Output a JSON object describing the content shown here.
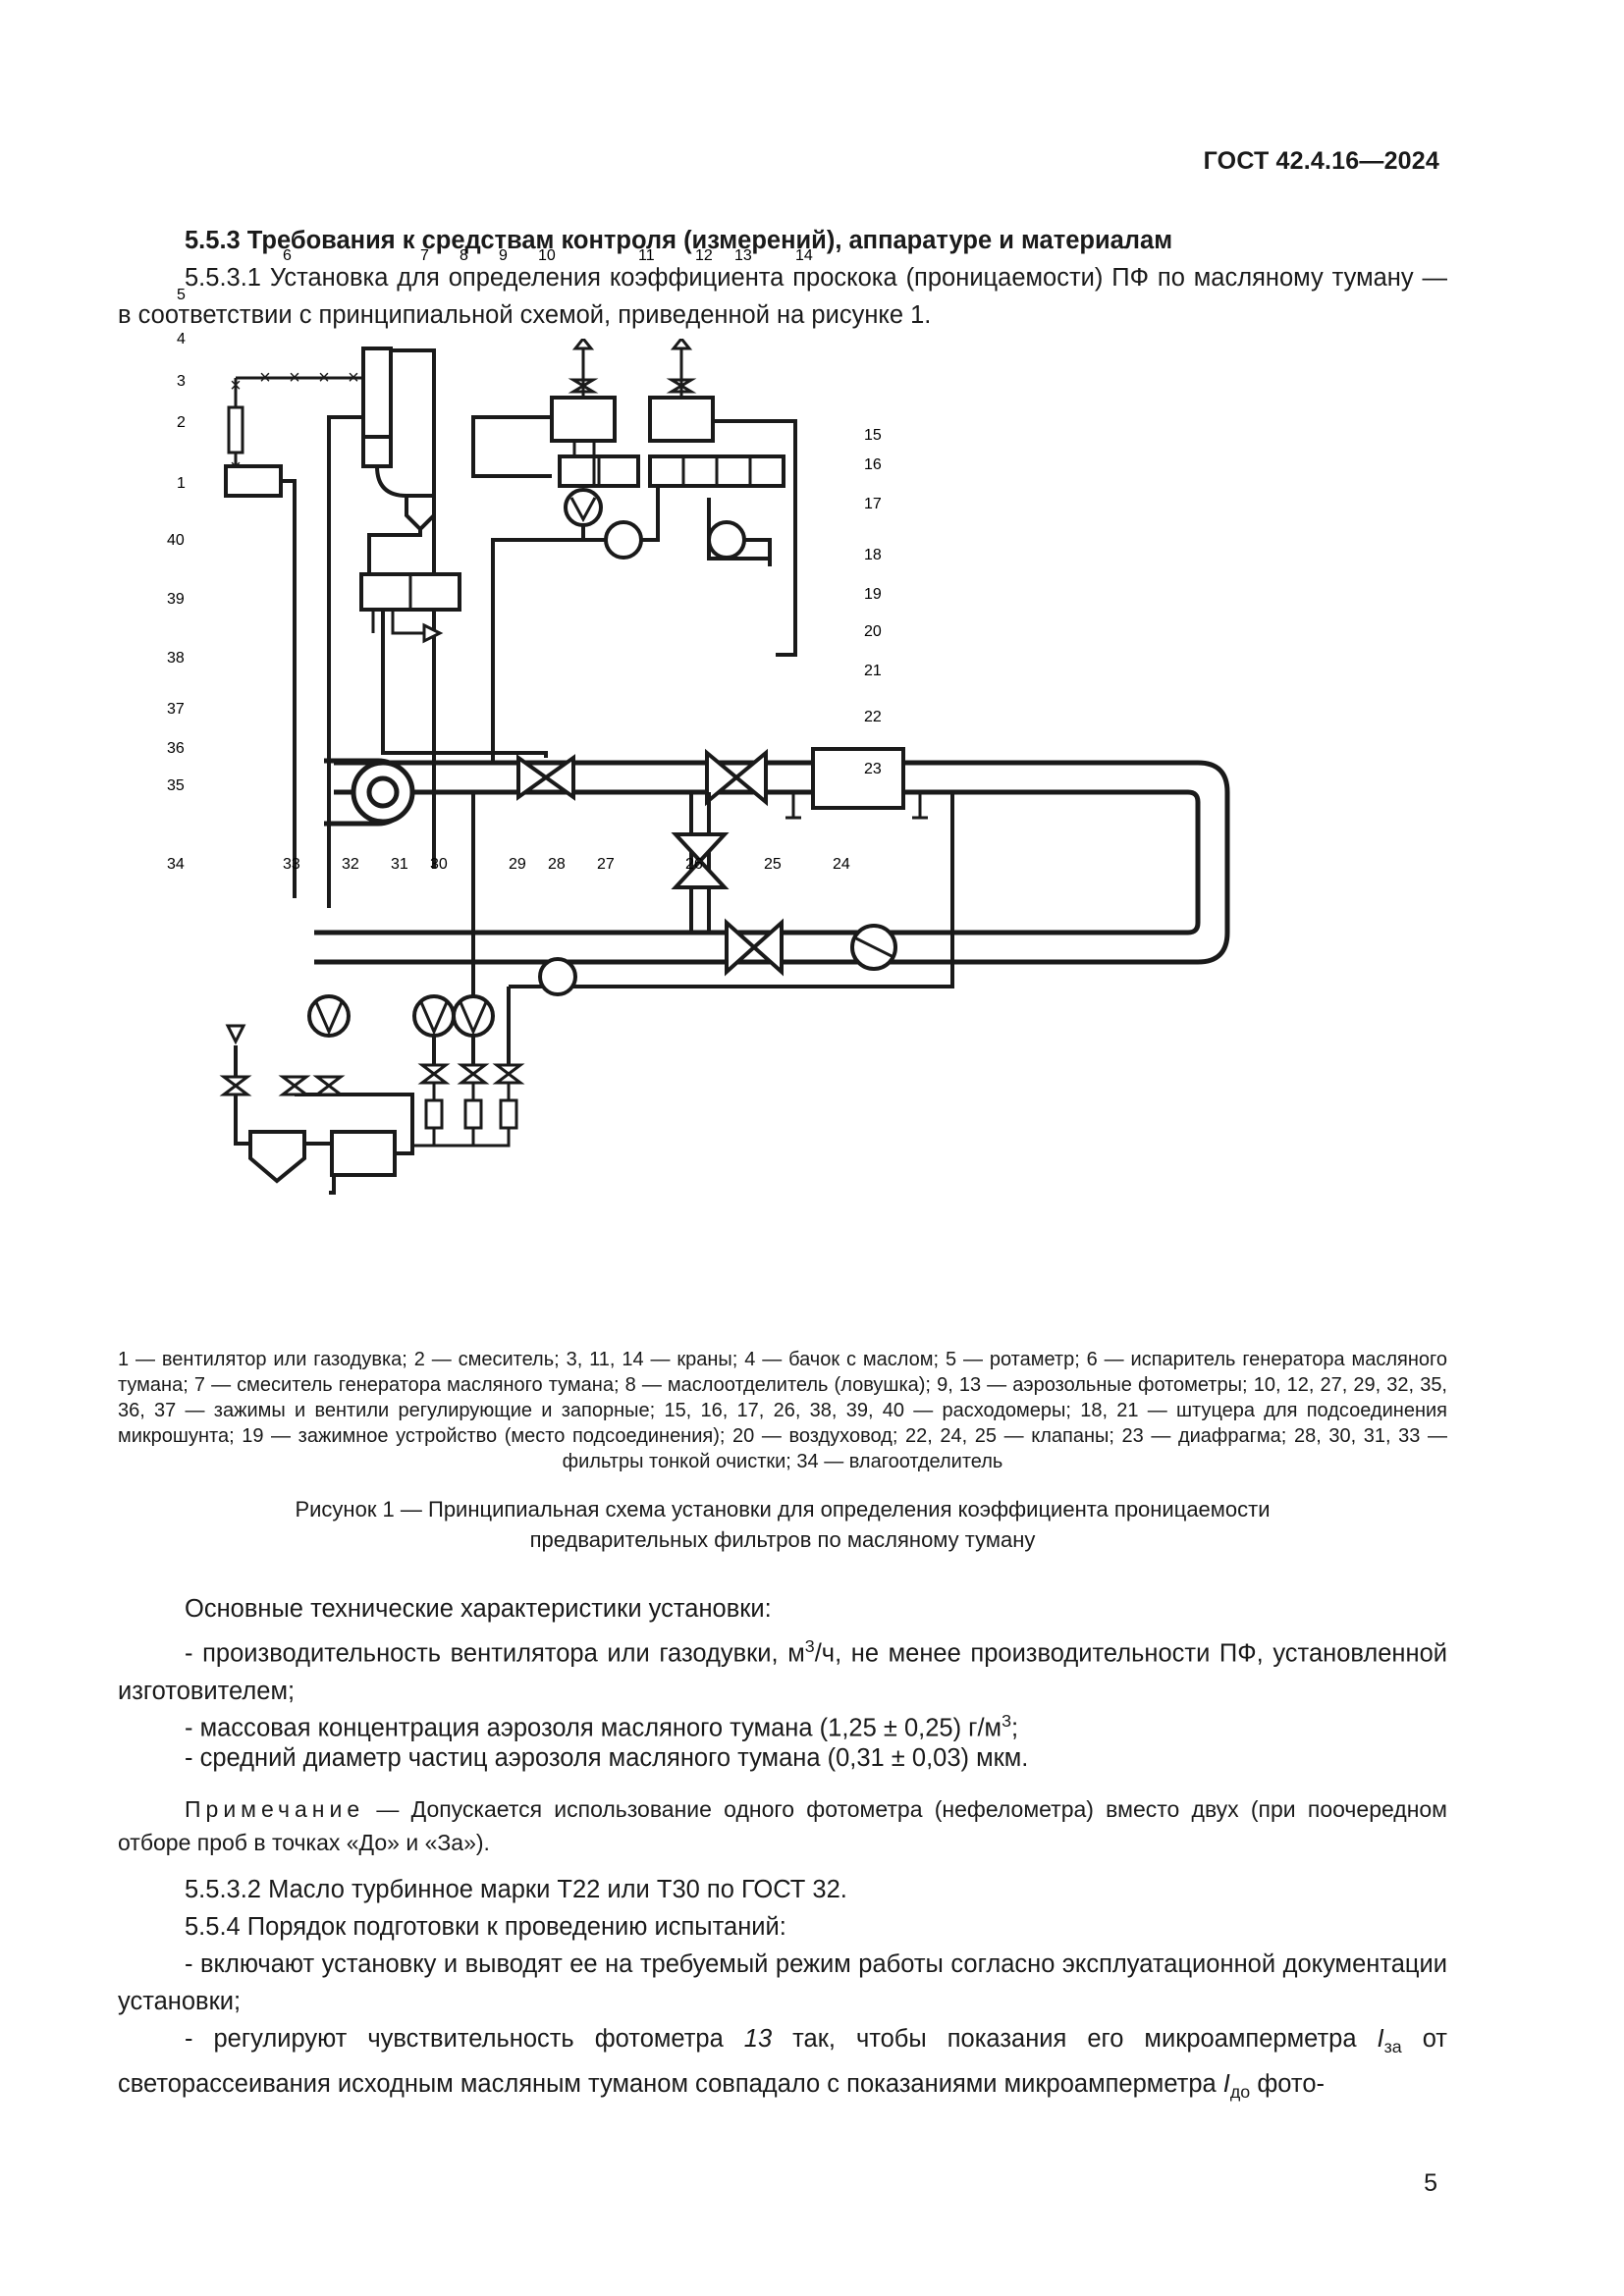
{
  "header": {
    "standard": "ГОСТ 42.4.16—2024"
  },
  "section_553": {
    "heading": "5.5.3 Требования к средствам контроля (измерений), аппаратуре и материалам",
    "p1": "5.5.3.1 Установка для определения коэффициента проскока (проницаемости) ПФ по масляному туману — в соответствии с принципиальной схемой, приведенной на рисунке 1."
  },
  "figure": {
    "labels": [
      "1",
      "2",
      "3",
      "4",
      "5",
      "6",
      "7",
      "8",
      "9",
      "10",
      "11",
      "12",
      "13",
      "14",
      "15",
      "16",
      "17",
      "18",
      "19",
      "20",
      "21",
      "22",
      "23",
      "24",
      "25",
      "26",
      "27",
      "28",
      "29",
      "30",
      "31",
      "32",
      "33",
      "34",
      "35",
      "36",
      "37",
      "38",
      "39",
      "40"
    ],
    "legend": "1 — вентилятор или газодувка; 2 — смеситель; 3, 11, 14 — краны; 4 — бачок с маслом; 5 — ротаметр; 6 — испаритель генератора масляного тумана; 7 — смеситель генератора масляного тумана; 8 — маслоотделитель (ловушка); 9, 13 — аэрозольные фотометры; 10, 12, 27, 29, 32, 35, 36, 37 — зажимы и вентили регулирующие и запорные; 15, 16, 17, 26, 38, 39, 40 — расходомеры; 18, 21 — штуцера для подсоединения микрошунта; 19 — зажимное устройство (место подсоединения); 20 — воздуховод; 22, 24, 25 — клапаны; 23 — диафрагма; 28, 30, 31, 33 — фильтры тонкой очистки; 34 — влагоотделитель",
    "caption_line1": "Рисунок 1 — Принципиальная схема установки для определения коэффициента проницаемости",
    "caption_line2": "предварительных фильтров по масляному туману"
  },
  "characteristics": {
    "intro": "Основные технические характеристики установки:",
    "item1_a": "- производительность вентилятора или газодувки, м",
    "item1_sup": "3",
    "item1_b": "/ч, не менее производительности ПФ, установленной изготовителем;",
    "item2_a": "- массовая концентрация аэрозоля масляного тумана (1,25 ± 0,25) г/м",
    "item2_sup": "3",
    "item2_b": ";",
    "item3": "- средний диаметр частиц аэрозоля масляного тумана (0,31 ± 0,03) мкм."
  },
  "note": {
    "head": "Примечание",
    "text": " — Допускается использование одного фотометра (нефелометра) вместо двух (при поочередном отборе проб в точках «До» и «За»)."
  },
  "section_5532": "5.5.3.2 Масло турбинное марки Т22 или Т30 по ГОСТ 32.",
  "section_554": {
    "heading": "5.5.4 Порядок подготовки к проведению испытаний:",
    "item1": "- включают установку и выводят ее на требуемый режим работы согласно эксплуатационной документации установки;",
    "item2_a": "- регулируют чувствительность фотометра ",
    "item2_num": "13",
    "item2_b": " так, чтобы показания его микроамперметра ",
    "I": "I",
    "sub_za": "за",
    "item2_c": " от светорассеивания исходным масляным туманом совпадало с показаниями микроамперметра ",
    "sub_do": "до",
    "item2_d": " фото-"
  },
  "page_number": "5"
}
